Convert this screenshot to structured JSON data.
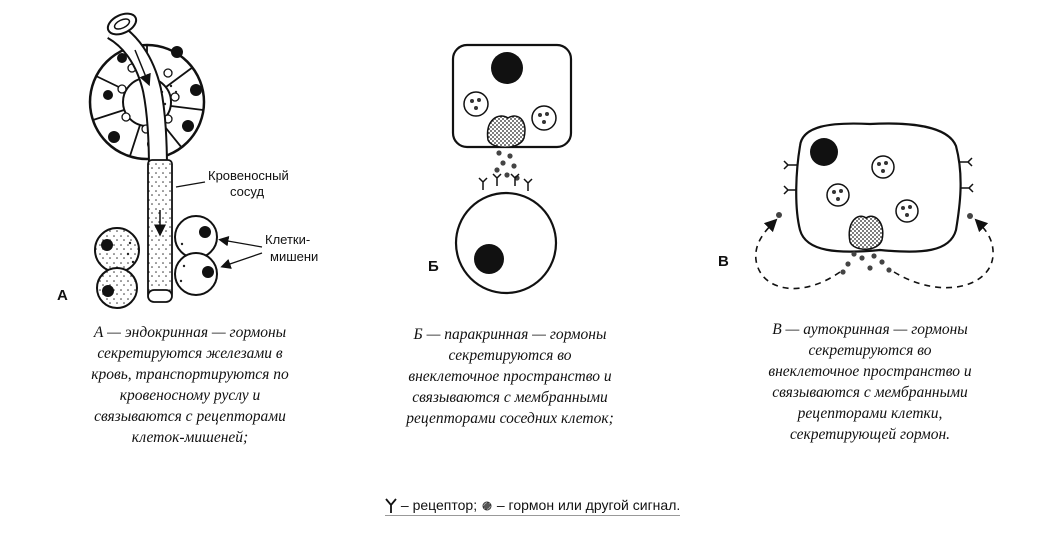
{
  "panels": {
    "a": {
      "letter": "А",
      "vessel_label": [
        "Кровеносный",
        "сосуд"
      ],
      "target_label": [
        "Клетки-",
        "мишени"
      ],
      "caption": [
        "А — эндокринная — гормоны",
        "секретируются железами в",
        "кровь, транспортируются по",
        "кровеносному руслу и",
        "связываются с рецепторами",
        "клеток-мишеней;"
      ]
    },
    "b": {
      "letter": "Б",
      "caption": [
        "Б — паракринная — гормоны",
        "секретируются во",
        "внеклеточное пространство и",
        "связываются с мембранными",
        "рецепторами соседних клеток;"
      ]
    },
    "c": {
      "letter": "В",
      "caption": [
        "В — аутокринная — гормоны",
        "секретируются во",
        "внеклеточное пространство и",
        "связываются с мембранными",
        "рецепторами клетки,",
        "секретирующей гормон."
      ]
    }
  },
  "legend": {
    "receptor_text": "– рецептор;",
    "hormone_text": "– гормон или другой сигнал."
  }
}
